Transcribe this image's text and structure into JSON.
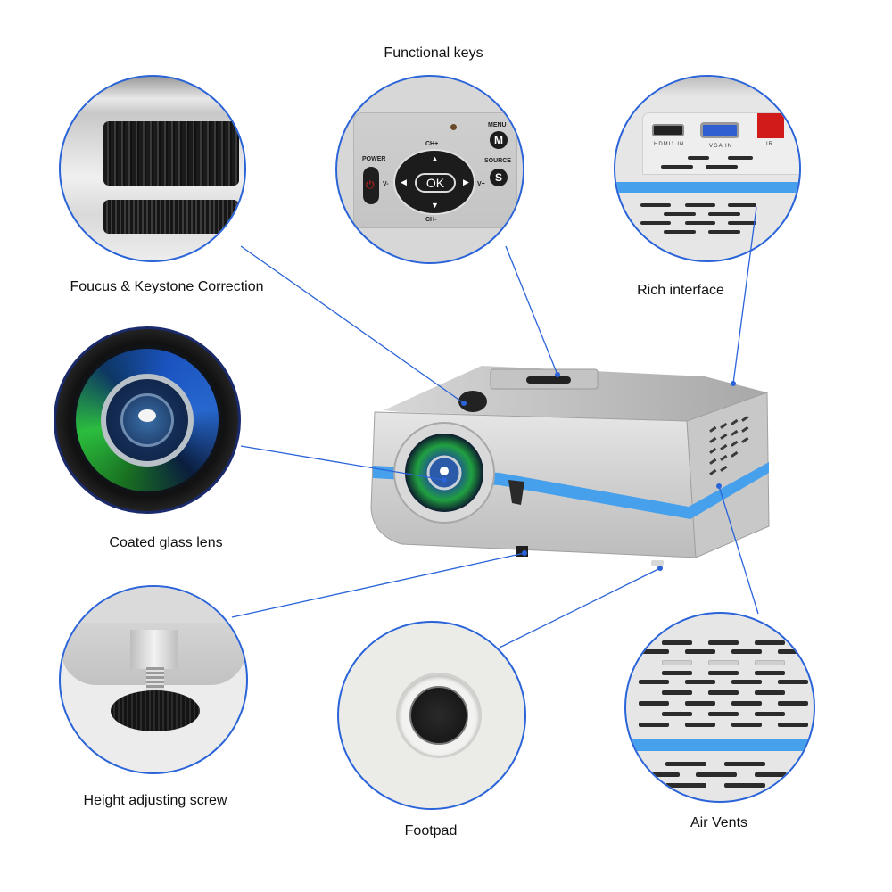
{
  "figure": {
    "subject": "Portable LED projector feature callouts",
    "accent_color": "#2a64d8",
    "band_color": "#46a0ec"
  },
  "callouts": [
    {
      "id": "focus",
      "label": "Foucus & Keystone Correction"
    },
    {
      "id": "keys",
      "label": "Functional  keys"
    },
    {
      "id": "interface",
      "label": "Rich interface"
    },
    {
      "id": "lens",
      "label": "Coated glass lens"
    },
    {
      "id": "screw",
      "label": "Height adjusting screw"
    },
    {
      "id": "footpad",
      "label": "Footpad"
    },
    {
      "id": "vents",
      "label": "Air Vents"
    }
  ],
  "keypad": {
    "power": "POWER",
    "menu": "MENU",
    "menu_key": "M",
    "source": "SOURCE",
    "source_key": "S",
    "ok": "OK",
    "ch_up": "CH+",
    "ch_down": "CH-",
    "vol_down": "V-",
    "vol_up": "V+",
    "power_icon": "⏻",
    "up_arrow": "▲",
    "down_arrow": "▼",
    "left_arrow": "◀",
    "right_arrow": "▶"
  },
  "ports": {
    "hdmi": "HDMI1 IN",
    "vga": "VGA IN",
    "ir": "IR"
  }
}
